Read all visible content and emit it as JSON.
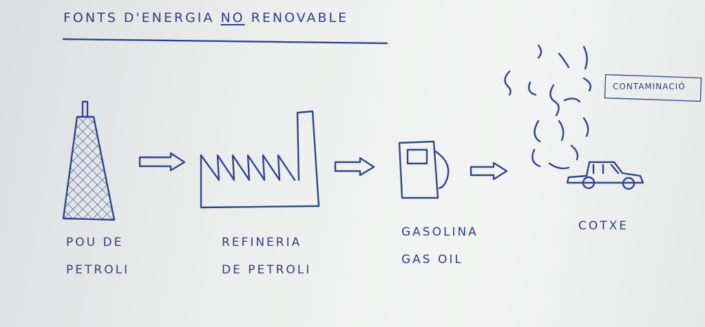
{
  "title": {
    "prefix": "Fonts d'energia",
    "emphasis": "no",
    "suffix": "renovable"
  },
  "nodes": [
    {
      "id": "oil-well",
      "icon": "oil-derrick-icon",
      "label_line1": "Pou de",
      "label_line2": "petroli"
    },
    {
      "id": "refinery",
      "icon": "factory-icon",
      "label_line1": "Refineria",
      "label_line2": "de petroli"
    },
    {
      "id": "fuel",
      "icon": "gas-pump-icon",
      "label_line1": "Gasolina",
      "label_line2": "Gas oil"
    },
    {
      "id": "car",
      "icon": "car-icon",
      "label_line1": "Cotxe",
      "label_line2": ""
    }
  ],
  "pollution": {
    "icon": "smoke-cloud-icon",
    "label": "Contaminació"
  },
  "colors": {
    "ink": "#2d4590",
    "board": "#eceeed"
  }
}
